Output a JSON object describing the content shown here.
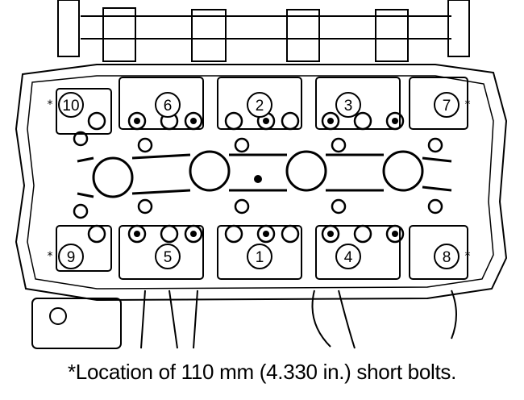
{
  "diagram": {
    "bolts": [
      {
        "label": "1",
        "row": "bottom",
        "position": 3
      },
      {
        "label": "2",
        "row": "top",
        "position": 3
      },
      {
        "label": "3",
        "row": "top",
        "position": 4
      },
      {
        "label": "4",
        "row": "bottom",
        "position": 4
      },
      {
        "label": "5",
        "row": "bottom",
        "position": 2
      },
      {
        "label": "6",
        "row": "top",
        "position": 2
      },
      {
        "label": "7",
        "row": "top",
        "position": 5
      },
      {
        "label": "8",
        "row": "bottom",
        "position": 5
      },
      {
        "label": "9",
        "row": "bottom",
        "position": 1
      },
      {
        "label": "10",
        "row": "top",
        "position": 1
      }
    ],
    "short_bolt_marker": "*"
  },
  "caption": "*Location of 110 mm (4.330 in.) short bolts."
}
